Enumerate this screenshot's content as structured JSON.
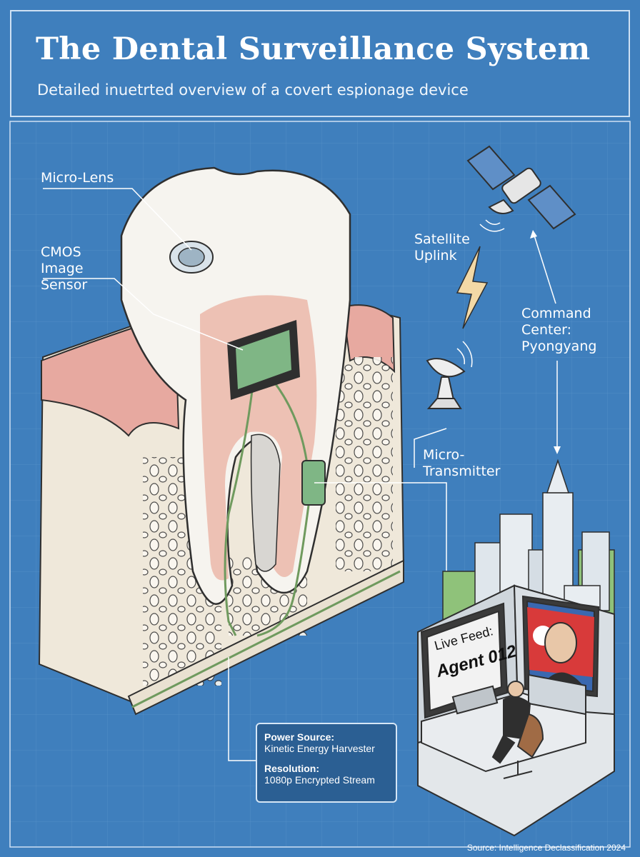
{
  "title": "The Dental Surveillance System",
  "subtitle": "Detailed inuetrted overview of a covert espionage device",
  "labels": {
    "micro_lens": "Micro-Lens",
    "cmos": "CMOS\nImage\nSensor",
    "satellite": "Satellite\nUplink",
    "command": "Command\nCenter:\nPyongyang",
    "transmitter": "Micro-\nTransmitter"
  },
  "info": {
    "power_key": "Power Source:",
    "power_val": "Kinetic Energy Harvester",
    "resolution_key": "Resolution:",
    "resolution_val": "1080p Encrypted Stream"
  },
  "monitor": {
    "line1": "Live Feed:",
    "line2": "Agent 012"
  },
  "source": "Source: Intelligence Declassification 2024",
  "colors": {
    "background": "#3f7fbd",
    "grid": "#6a9ed0",
    "gum": "#e7a9a0",
    "enamel": "#f6f4ef",
    "bone": "#efe8da",
    "sensor": "#7fb685",
    "wire": "#6f9a5e"
  }
}
